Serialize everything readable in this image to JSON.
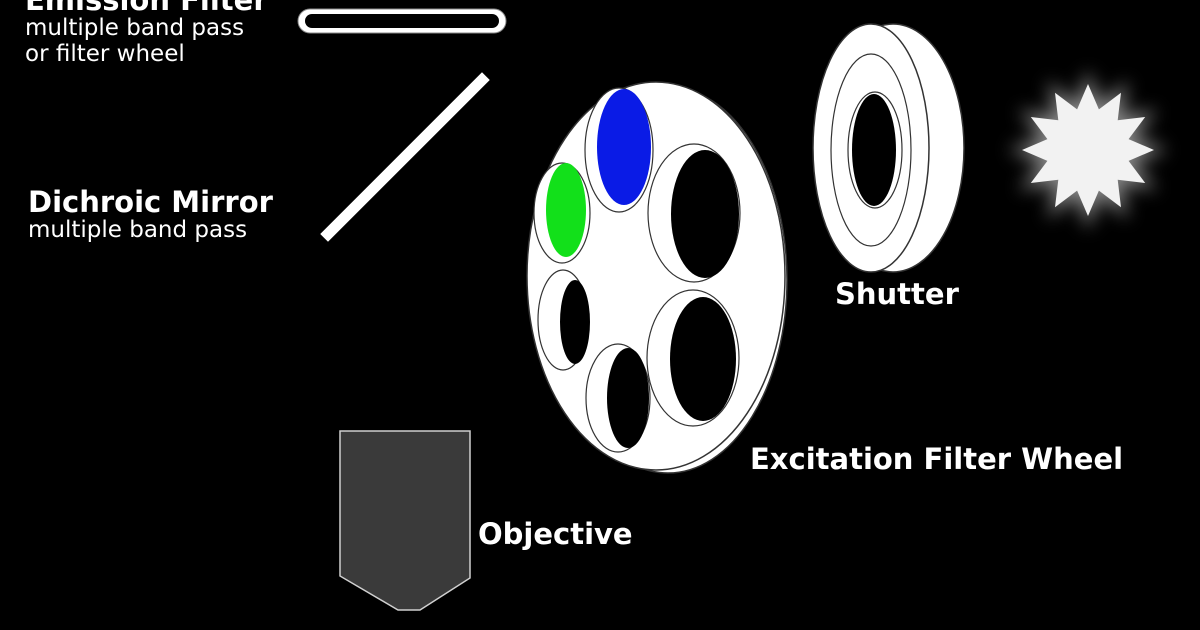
{
  "labels": {
    "emission_filter": {
      "title": "Emission Filter",
      "subtitle_1": "multiple band pass",
      "subtitle_2": "or filter wheel"
    },
    "dichroic_mirror": {
      "title": "Dichroic Mirror",
      "subtitle": "multiple band pass"
    },
    "shutter": "Shutter",
    "excitation_filter_wheel": "Excitation Filter Wheel",
    "objective": "Objective"
  },
  "colors": {
    "background": "#000000",
    "component": "#ffffff",
    "outline": "#333333",
    "filter_blue": "#0a1be6",
    "filter_green": "#12e01a",
    "objective": "#3a3a3a",
    "light_source": "#f2f2f2"
  },
  "icons": {
    "light_source": "starburst-light-icon"
  }
}
